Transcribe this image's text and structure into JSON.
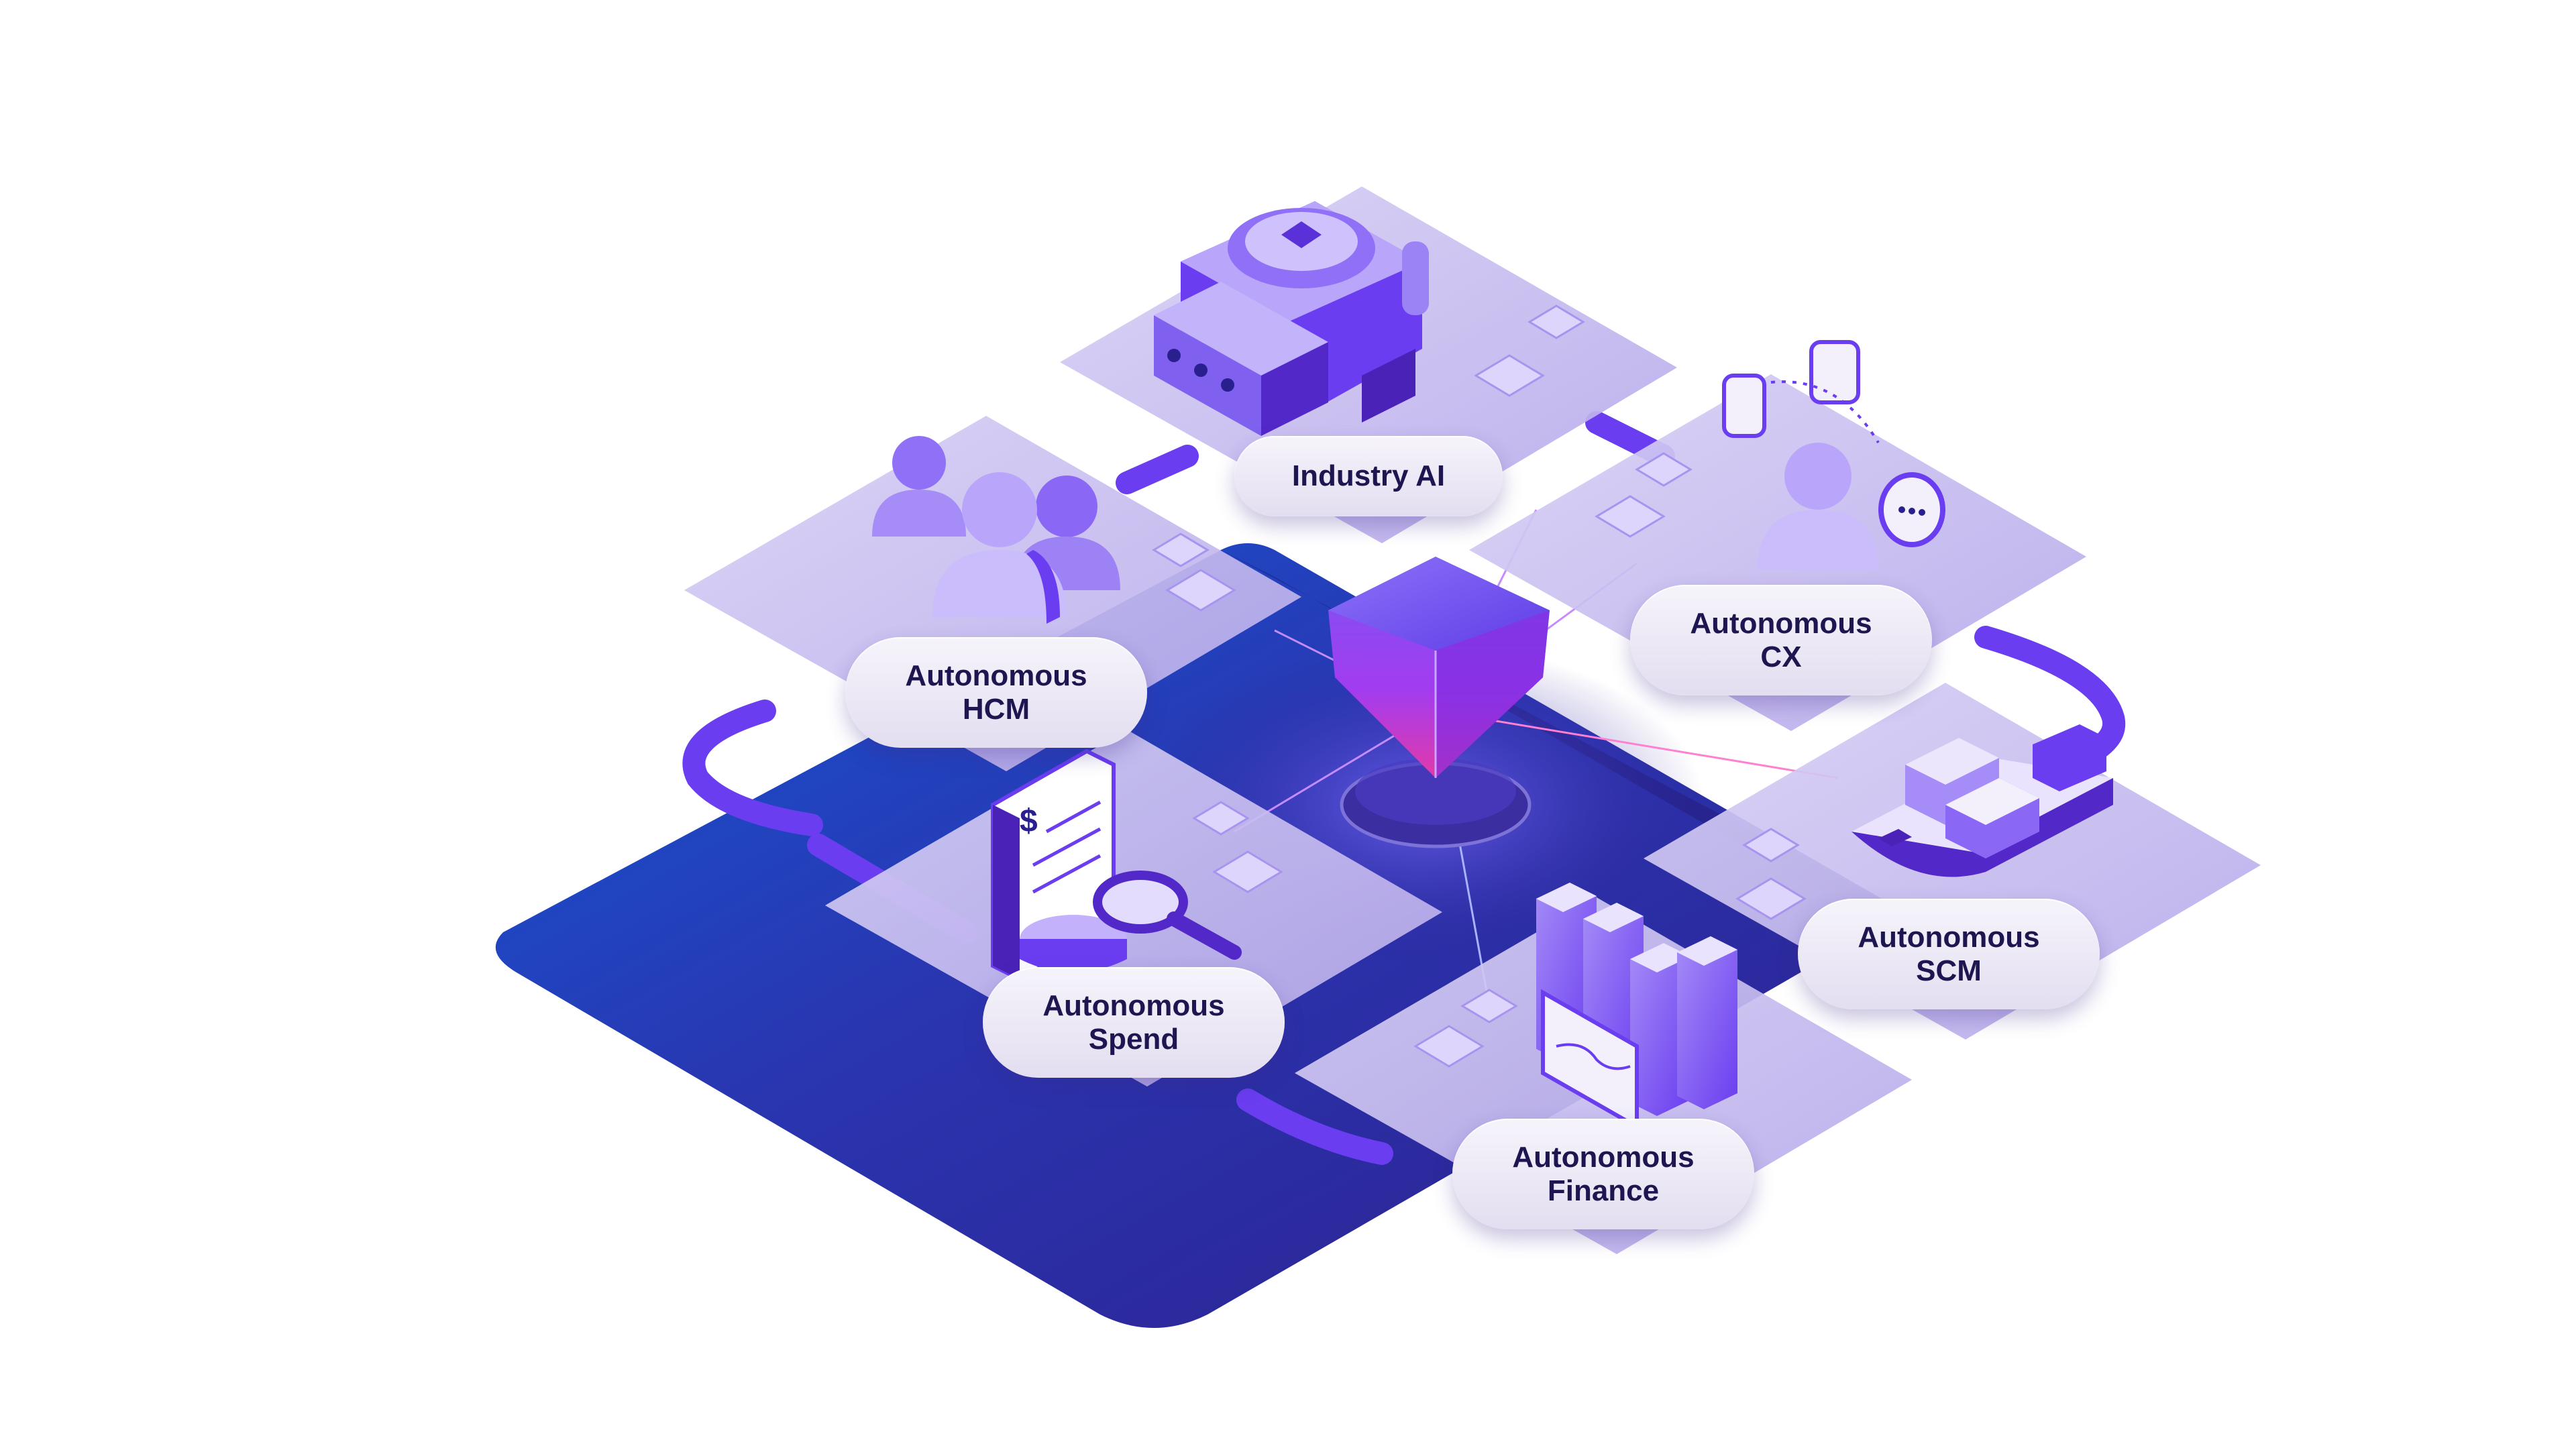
{
  "modules": [
    {
      "id": "industry-ai",
      "label": "Industry AI"
    },
    {
      "id": "hcm",
      "label": "Autonomous\nHCM"
    },
    {
      "id": "cx",
      "label": "Autonomous\nCX"
    },
    {
      "id": "spend",
      "label": "Autonomous\nSpend"
    },
    {
      "id": "scm",
      "label": "Autonomous\nSCM"
    },
    {
      "id": "finance",
      "label": "Autonomous\nFinance"
    }
  ],
  "icons": {
    "industry-ai": "factory-truck-icon",
    "hcm": "people-group-icon",
    "cx": "customer-chat-icon",
    "spend": "invoice-magnifier-icon",
    "scm": "cargo-ship-icon",
    "finance": "bar-chart-icon",
    "core": "gem-core-icon"
  },
  "colors": {
    "platform_dark": "#2a1f8f",
    "platform_blue": "#1656c8",
    "tile": "#c9bff0",
    "accent": "#6a3df0",
    "gem": "#9b3df5"
  }
}
